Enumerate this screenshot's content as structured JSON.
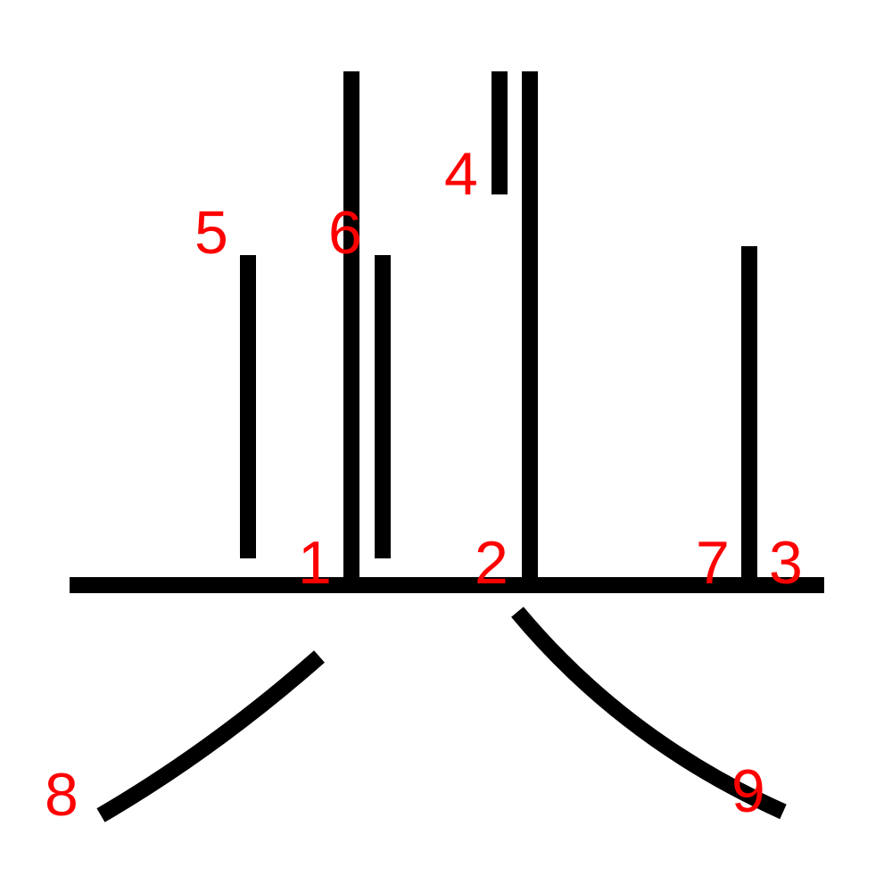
{
  "colors": {
    "stroke": "#000000",
    "label": "#ff0000",
    "background": "#ffffff"
  },
  "labels": {
    "one": "1",
    "two": "2",
    "three": "3",
    "four": "4",
    "five": "5",
    "six": "6",
    "seven": "7",
    "eight": "8",
    "nine": "9"
  }
}
